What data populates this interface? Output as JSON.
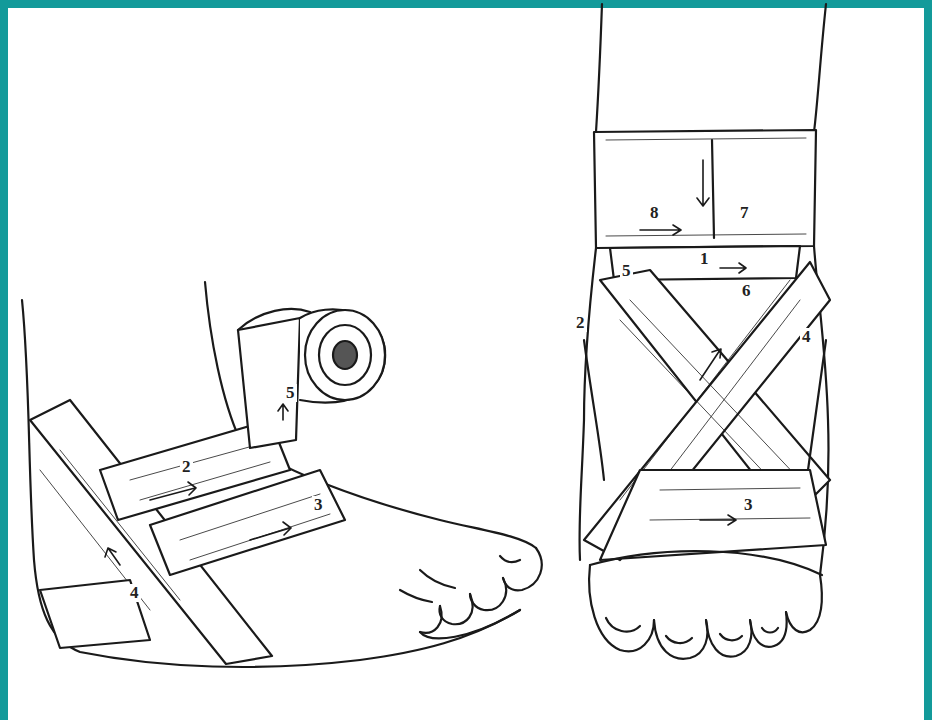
{
  "diagram": {
    "labels": [
      "5",
      "2",
      "3",
      "4",
      "8",
      "7",
      "1",
      "2",
      "5",
      "6",
      "4",
      "3"
    ]
  }
}
